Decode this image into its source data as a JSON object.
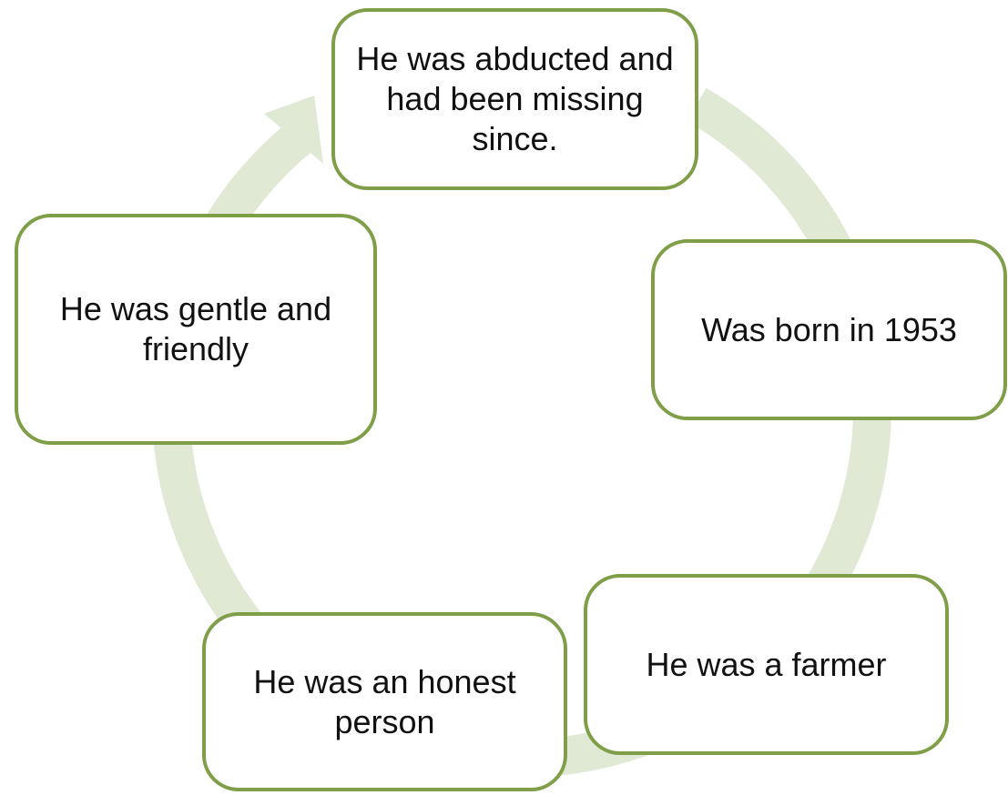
{
  "diagram": {
    "type": "cycle",
    "colors": {
      "node_border": "#7f9e48",
      "node_fill": "#ffffff",
      "arrow": "#dfe9d3",
      "text": "#111111"
    },
    "nodes": [
      {
        "id": "top",
        "text": "He was abducted and had been missing since."
      },
      {
        "id": "right",
        "text": "Was born in 1953"
      },
      {
        "id": "bottom-right",
        "text": "He was a farmer"
      },
      {
        "id": "bottom-left",
        "text": "He was an honest person"
      },
      {
        "id": "left",
        "text": "He was gentle and friendly"
      }
    ]
  }
}
